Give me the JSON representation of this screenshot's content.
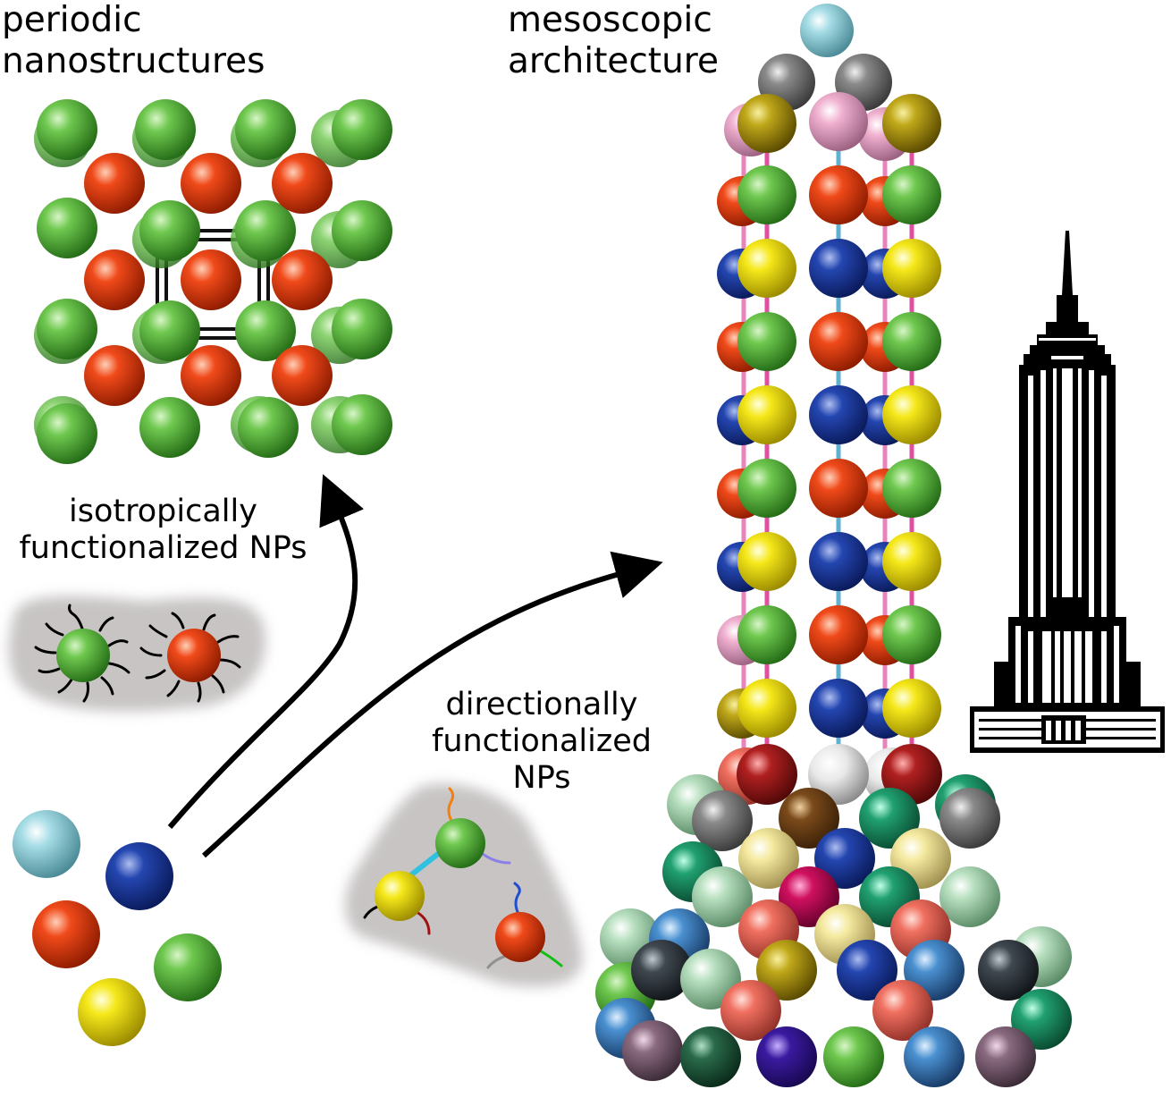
{
  "labels": {
    "periodic_line1": "periodic",
    "periodic_line2": "nanostructures",
    "meso_line1": "mesoscopic",
    "meso_line2": "architecture",
    "iso_line1": "isotropically",
    "iso_line2": "functionalized NPs",
    "dir_line1": "directionally",
    "dir_line2": "functionalized",
    "dir_line3": "NPs"
  },
  "icons": {
    "lattice": "crystal-lattice-icon",
    "tower": "nanoparticle-tower-icon",
    "skyscraper": "skyscraper-icon",
    "arrow": "curved-arrow-icon"
  },
  "colors": {
    "green": "#4fb33a",
    "red": "#e83a12",
    "blue": "#1a3a9e",
    "yellow": "#f2e200",
    "cyan": "#9ed6e0",
    "pink": "#e060b0",
    "halo": "#c8c4c4"
  }
}
